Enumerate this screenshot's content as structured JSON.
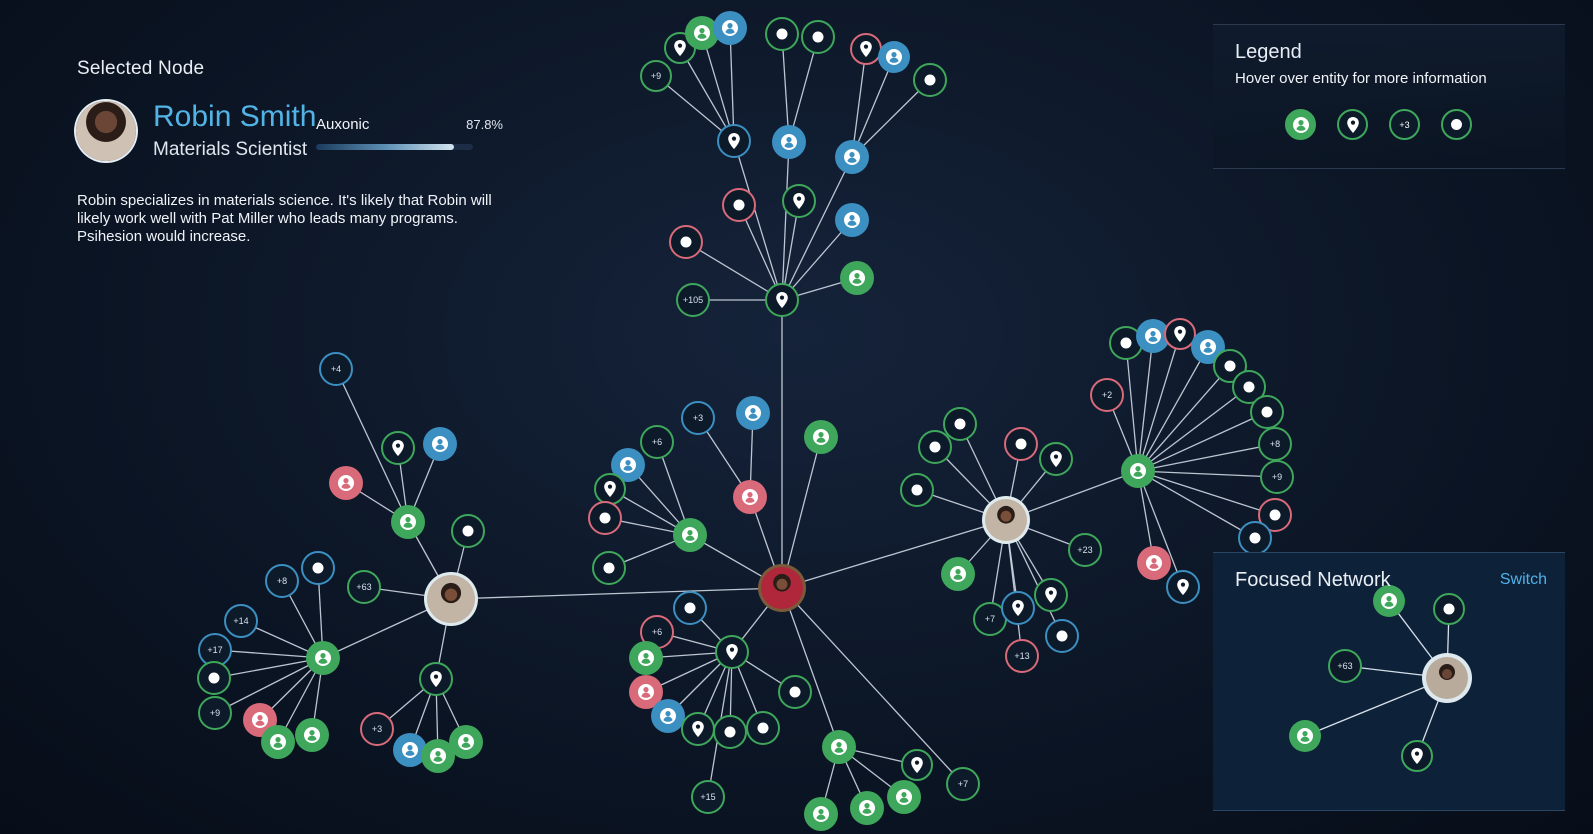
{
  "selected_node": {
    "panel_title": "Selected Node",
    "name": "Robin Smith",
    "role": "Materials Scientist",
    "metric": {
      "label": "Auxonic",
      "value_text": "87.8%",
      "value": 87.8
    },
    "description": "Robin specializes in materials science. It's likely that Robin will likely work well with Pat Miller who leads many programs. Psihesion would increase."
  },
  "legend": {
    "title": "Legend",
    "hint": "Hover over entity for more information",
    "items": [
      {
        "icon": "person-icon",
        "style": "filled-green"
      },
      {
        "icon": "location-pin-icon",
        "style": "outlined"
      },
      {
        "icon": "count",
        "label": "+3"
      },
      {
        "icon": "dot-icon",
        "style": "outlined"
      }
    ]
  },
  "focused_network": {
    "title": "Focused Network",
    "switch_label": "Switch",
    "count_label": "+63"
  },
  "colors": {
    "green": "#3ea75b",
    "blue": "#3b8fc1",
    "pink": "#d86a79",
    "accent": "#52b4e6",
    "background": "#0c1626"
  },
  "graph_counts": [
    "+9",
    "+105",
    "+4",
    "+8",
    "+63",
    "+14",
    "+17",
    "+9",
    "+3",
    "+3",
    "+6",
    "+6",
    "+15",
    "+7",
    "+2",
    "+8",
    "+9",
    "+23",
    "+7",
    "+13"
  ]
}
